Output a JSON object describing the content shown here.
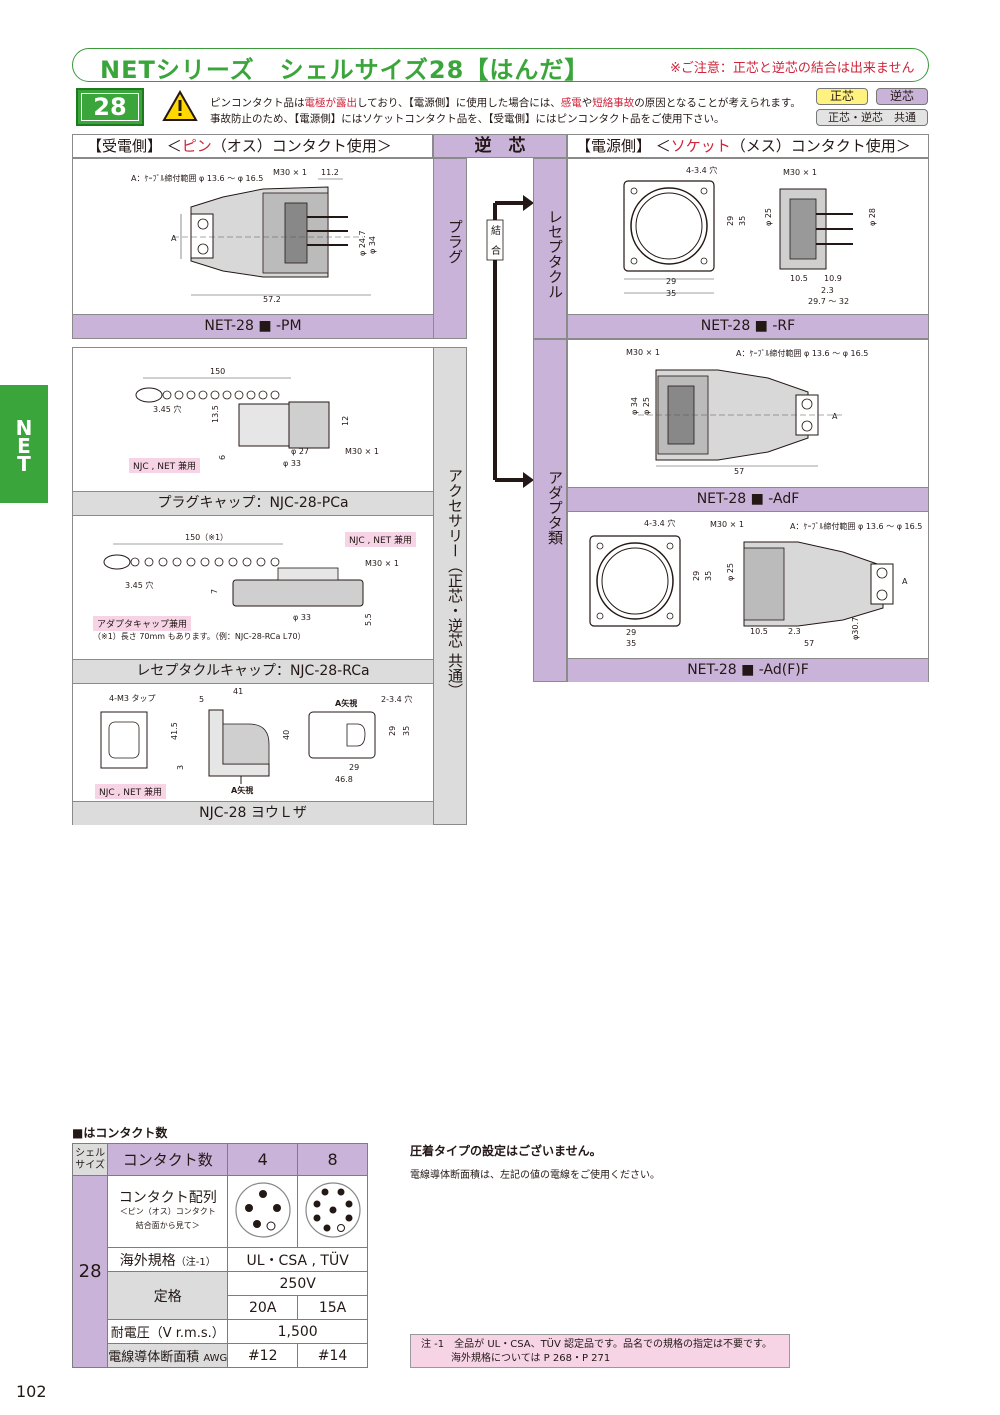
{
  "header": {
    "title": "NETシリーズ　シェルサイズ28【はんだ】",
    "note": "※ご注意：正芯と逆芯の結合は出来ません",
    "shell_size": "28",
    "warning_line1_a": "ピンコンタクト品は",
    "warning_line1_red1": "電極が露出",
    "warning_line1_b": "しており、【電源側】に使用した場合には、",
    "warning_line1_red2": "感電",
    "warning_line1_c": "や",
    "warning_line1_red3": "短絡事故",
    "warning_line1_d": "の原因となることが考えられます。",
    "warning_line2": "事故防止のため、【電源側】にはソケットコンタクト品を、【受電側】にはピンコンタクト品をご使用下さい。",
    "tag_seishin": "正芯",
    "tag_gyakushin": "逆芯",
    "tag_common": "正芯・逆芯　共通"
  },
  "sections": {
    "receive": "【受電側】 ＜ピン（オス）コンタクト使用＞",
    "receive_a": "【受電側】 ＜",
    "receive_red": "ピン",
    "receive_b": "（オス）コンタクト使用＞",
    "reverse": "逆　芯",
    "power_a": "【電源側】 ＜",
    "power_red": "ソケット",
    "power_b": "（メス）コンタクト使用＞"
  },
  "labels": {
    "plug": "プラグ",
    "receptacle": "レセプタクル",
    "adapter": "アダプタ類",
    "accessory": "アクセサリー（正芯・逆芯 共通）",
    "couple": "結合",
    "side_tab": "NET"
  },
  "parts": {
    "pm": "NET-28 ■ -PM",
    "rf": "NET-28 ■ -RF",
    "adf": "NET-28 ■ -AdF",
    "adff": "NET-28 ■ -Ad(F)F",
    "pca": "プラグキャップ：NJC-28-PCa",
    "rca": "レセプタクルキャップ：NJC-28-RCa",
    "bracket": "NJC-28 ヨウＬザ"
  },
  "notes": {
    "njc_net": "NJC , NET 兼用",
    "adapter_cap": "アダプタキャップ兼用",
    "rca_note": "（※1）長さ 70mm もあります。（例：NJC-28-RCa L70）"
  },
  "dims": {
    "pm": {
      "range": "A：ｹｰﾌﾞﾙ締付範囲 φ 13.6 ～ φ 16.5",
      "m30": "M30 × 1",
      "d112": "11.2",
      "a": "A",
      "d247": "φ 24.7",
      "d34": "φ 34",
      "d572": "57.2"
    },
    "rf": {
      "holes": "4-3.4 穴",
      "m30": "M30 × 1",
      "d29": "29",
      "d35": "35",
      "d25": "φ 25",
      "d28": "φ 28",
      "d105": "10.5",
      "d109": "10.9",
      "d23": "2.3",
      "d297": "29.7 ～ 32"
    },
    "adf": {
      "m30": "M30 × 1",
      "range": "A：ｹｰﾌﾞﾙ締付範囲 φ 13.6 ～ φ 16.5",
      "d34": "φ 34",
      "d25": "φ 25",
      "a": "A",
      "d57": "57"
    },
    "adff": {
      "holes": "4-3.4 穴",
      "m30": "M30 × 1",
      "range": "A：ｹｰﾌﾞﾙ締付範囲 φ 13.6 ～ φ 16.5",
      "d29": "29",
      "d35": "35",
      "d25": "φ 25",
      "d105": "10.5",
      "d23": "2.3",
      "d57": "57",
      "d307": "φ30.7",
      "a": "A"
    },
    "pca": {
      "d150": "150",
      "hole": "3.45 穴",
      "d135": "13.5",
      "d6": "6",
      "d27": "φ 27",
      "d33": "φ 33",
      "d12": "12",
      "m30": "M30 × 1"
    },
    "rca": {
      "d150": "150（※1）",
      "hole": "3.45 穴",
      "m30": "M30 × 1",
      "d7": "7",
      "d33": "φ 33",
      "d55": "5.5"
    },
    "bracket": {
      "tap": "4-M3 タップ",
      "d41": "41",
      "d5": "5",
      "view": "A矢視",
      "holes": "2-3.4 穴",
      "d415": "41.5",
      "d40": "40",
      "d3": "3",
      "d29": "29",
      "d35": "35",
      "d29b": "29",
      "d468": "46.8",
      "arrow": "A矢視"
    }
  },
  "table": {
    "title": "■はコンタクト数",
    "shell_size_header": "シェル\nサイズ",
    "shell_l1": "シェル",
    "shell_l2": "サイズ",
    "contact_count": "コンタクト数",
    "c4": "4",
    "c8": "8",
    "size": "28",
    "layout": "コンタクト配列",
    "layout_sub1": "＜ピン（オス）コンタクト",
    "layout_sub2": "結合面から見て＞",
    "overseas": "海外規格",
    "overseas_note": "（注-1）",
    "overseas_val": "UL・CSA , TÜV",
    "rating": "定格",
    "voltage": "250V",
    "amp4": "20A",
    "amp8": "15A",
    "withstand": "耐電圧（V r.m.s.）",
    "withstand_val": "1,500",
    "wire": "電線導体断面積",
    "wire_unit": "AWG",
    "awg4": "#12",
    "awg8": "#14"
  },
  "right_notes": {
    "heading": "圧着タイプの設定はございません。",
    "body": "電線導体断面積は、左記の値の電線をご使用ください。",
    "foot1": "注 -1　全品が UL・CSA、TÜV 認定品です。品名での規格の指定は不要です。",
    "foot2": "海外規格については P 268・P 271"
  },
  "page_number": "102",
  "colors": {
    "green": "#3aa53a",
    "purple": "#c9b3d9",
    "gray": "#dcdcdc",
    "red": "#d0243b",
    "pink": "#f6d4e6",
    "yellow": "#fff280"
  }
}
